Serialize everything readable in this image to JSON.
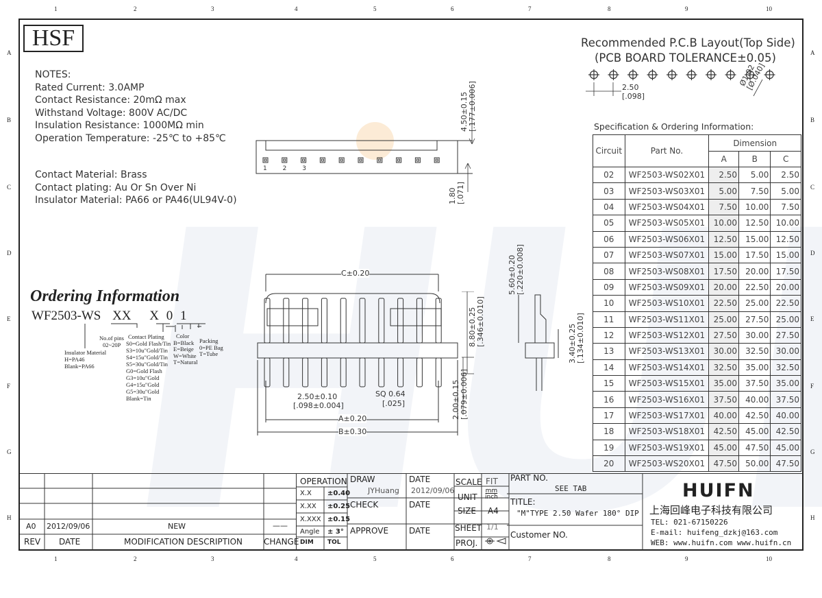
{
  "ruler": {
    "cols": [
      "1",
      "2",
      "3",
      "4",
      "5",
      "6",
      "7",
      "8",
      "9",
      "10"
    ],
    "rows": [
      "A",
      "B",
      "C",
      "D",
      "E",
      "F",
      "G",
      "H"
    ]
  },
  "logo": "HSF",
  "watermark": "HUIFN",
  "notes": {
    "heading": "NOTES:",
    "lines": [
      "Rated Current: 3.0AMP",
      "Contact Resistance: 20mΩ max",
      "Withstand Voltage: 800V AC/DC",
      "Insulation Resistance: 1000MΩ min",
      "Operation Temperature: -25℃ to +85℃"
    ],
    "material_lines": [
      "Contact Material: Brass",
      "Contact plating: Au Or Sn Over Ni",
      "Insulator Material: PA66 or PA46(UL94V-0)"
    ]
  },
  "ordering": {
    "title": "Ordering Information",
    "code_prefix": "WF2503-",
    "code_ws": "WS",
    "code_xx": "XX",
    "code_x": "X",
    "code_0": "0",
    "code_1": "1",
    "insulator": [
      "Insulator Material",
      "H=PA46",
      "Blank=PA66"
    ],
    "pins": [
      "No.of pins",
      "02~20P"
    ],
    "plating": [
      "Contact Plating",
      "S0=Gold Flash/Tin",
      "S3=10u\"Gold/Tin",
      "S4=15u\"Gold/Tin",
      "S5=30u\"Gold/Tin",
      "G0=Gold Flash",
      "G3=10u\"Gold",
      "G4=15u\"Gold",
      "G5=30u\"Gold",
      "Blank=Tin"
    ],
    "color": [
      "Color",
      "B=Black",
      "E=Beige",
      "W=White",
      "T=Natural"
    ],
    "packing": [
      "Packing",
      "0=PE Bag",
      "T=Tube"
    ]
  },
  "pcb": {
    "title1": "Recommended P.C.B Layout(Top Side)",
    "title2": "(PCB BOARD TOLERANCE±0.05)",
    "pitch": "2.50",
    "pitch_in": "[.098]",
    "hole": "Ø1.02",
    "hole_in": "[Ø.040]"
  },
  "dims": {
    "top_h": "4.50±0.15",
    "top_h_in": "[.177±0.006]",
    "top_side": "1.80",
    "top_side_in": "[.071]",
    "pin_labels": [
      "1",
      "2",
      "3"
    ],
    "c": "C±0.20",
    "height": "8.80±0.25",
    "height_in": "[.346±0.010]",
    "tail": "2.00±0.15",
    "tail_in": "[.079±0.006]",
    "pitch": "2.50±0.10",
    "pitch_in": "[.098±0.004]",
    "sq": "SQ 0.64",
    "sq_in": "[.025]",
    "a": "A±0.20",
    "b": "B±0.30",
    "side_h": "5.60±0.20",
    "side_h_in": "[.220±0.008]",
    "side_b": "3.40±0.25",
    "side_b_in": "[.134±0.010]"
  },
  "spec": {
    "title": "Specification & Ordering Information:",
    "headers": {
      "circuit": "Circuit",
      "part": "Part No.",
      "dimension": "Dimension",
      "a": "A",
      "b": "B",
      "c": "C"
    },
    "rows": [
      {
        "circuit": "02",
        "part": "WF2503-WS02X01",
        "a": "2.50",
        "b": "5.00",
        "c": "2.50"
      },
      {
        "circuit": "03",
        "part": "WF2503-WS03X01",
        "a": "5.00",
        "b": "7.50",
        "c": "5.00"
      },
      {
        "circuit": "04",
        "part": "WF2503-WS04X01",
        "a": "7.50",
        "b": "10.00",
        "c": "7.50"
      },
      {
        "circuit": "05",
        "part": "WF2503-WS05X01",
        "a": "10.00",
        "b": "12.50",
        "c": "10.00"
      },
      {
        "circuit": "06",
        "part": "WF2503-WS06X01",
        "a": "12.50",
        "b": "15.00",
        "c": "12.50"
      },
      {
        "circuit": "07",
        "part": "WF2503-WS07X01",
        "a": "15.00",
        "b": "17.50",
        "c": "15.00"
      },
      {
        "circuit": "08",
        "part": "WF2503-WS08X01",
        "a": "17.50",
        "b": "20.00",
        "c": "17.50"
      },
      {
        "circuit": "09",
        "part": "WF2503-WS09X01",
        "a": "20.00",
        "b": "22.50",
        "c": "20.00"
      },
      {
        "circuit": "10",
        "part": "WF2503-WS10X01",
        "a": "22.50",
        "b": "25.00",
        "c": "22.50"
      },
      {
        "circuit": "11",
        "part": "WF2503-WS11X01",
        "a": "25.00",
        "b": "27.50",
        "c": "25.00"
      },
      {
        "circuit": "12",
        "part": "WF2503-WS12X01",
        "a": "27.50",
        "b": "30.00",
        "c": "27.50"
      },
      {
        "circuit": "13",
        "part": "WF2503-WS13X01",
        "a": "30.00",
        "b": "32.50",
        "c": "30.00"
      },
      {
        "circuit": "14",
        "part": "WF2503-WS14X01",
        "a": "32.50",
        "b": "35.00",
        "c": "32.50"
      },
      {
        "circuit": "15",
        "part": "WF2503-WS15X01",
        "a": "35.00",
        "b": "37.50",
        "c": "35.00"
      },
      {
        "circuit": "16",
        "part": "WF2503-WS16X01",
        "a": "37.50",
        "b": "40.00",
        "c": "37.50"
      },
      {
        "circuit": "17",
        "part": "WF2503-WS17X01",
        "a": "40.00",
        "b": "42.50",
        "c": "40.00"
      },
      {
        "circuit": "18",
        "part": "WF2503-WS18X01",
        "a": "42.50",
        "b": "45.00",
        "c": "42.50"
      },
      {
        "circuit": "19",
        "part": "WF2503-WS19X01",
        "a": "45.00",
        "b": "47.50",
        "c": "45.00"
      },
      {
        "circuit": "20",
        "part": "WF2503-WS20X01",
        "a": "47.50",
        "b": "50.00",
        "c": "47.50"
      }
    ]
  },
  "titleblock": {
    "rev_row": {
      "rev": "A0",
      "date": "2012/09/06",
      "desc": "NEW",
      "change": "——"
    },
    "hdr": {
      "rev": "REV",
      "date": "DATE",
      "desc": "MODIFICATION DESCRIPTION",
      "change": "CHANGE"
    },
    "operation": "OPERATION",
    "tol": [
      {
        "k": "X.X",
        "v": "±0.40"
      },
      {
        "k": "X.XX",
        "v": "±0.25"
      },
      {
        "k": "X.XXX",
        "v": "±0.15"
      },
      {
        "k": "Angle",
        "v": "± 3°"
      },
      {
        "k": "DIM",
        "v": "TOL"
      }
    ],
    "draw": "DRAW",
    "drawer": "JYHuang",
    "date_label": "DATE",
    "draw_date": "2012/09/06",
    "check": "CHECK",
    "approve": "APPROVE",
    "scale": "SCALE",
    "fit": "FIT",
    "unit": "UNIT",
    "unit_val1": "mm",
    "unit_val2": "inch",
    "size": "SIZE",
    "size_val": "A4",
    "sheet": "SHEET",
    "sheet_val": "1/1",
    "proj": "PROJ.",
    "part_no_label": "PART NO.",
    "part_no_val": "SEE TAB",
    "title_label": "TITLE:",
    "title_val": "\"M\"TYPE 2.50 Wafer 180° DIP",
    "customer_label": "Customer NO.",
    "company_logo": "HUIFN",
    "company_cn": "上海回峰电子科技有限公司",
    "tel": "TEL: 021-67150226",
    "email": "E-mail: huifeng_dzkj@163.com",
    "web": "WEB: www.huifn.com  www.huifn.cn"
  }
}
